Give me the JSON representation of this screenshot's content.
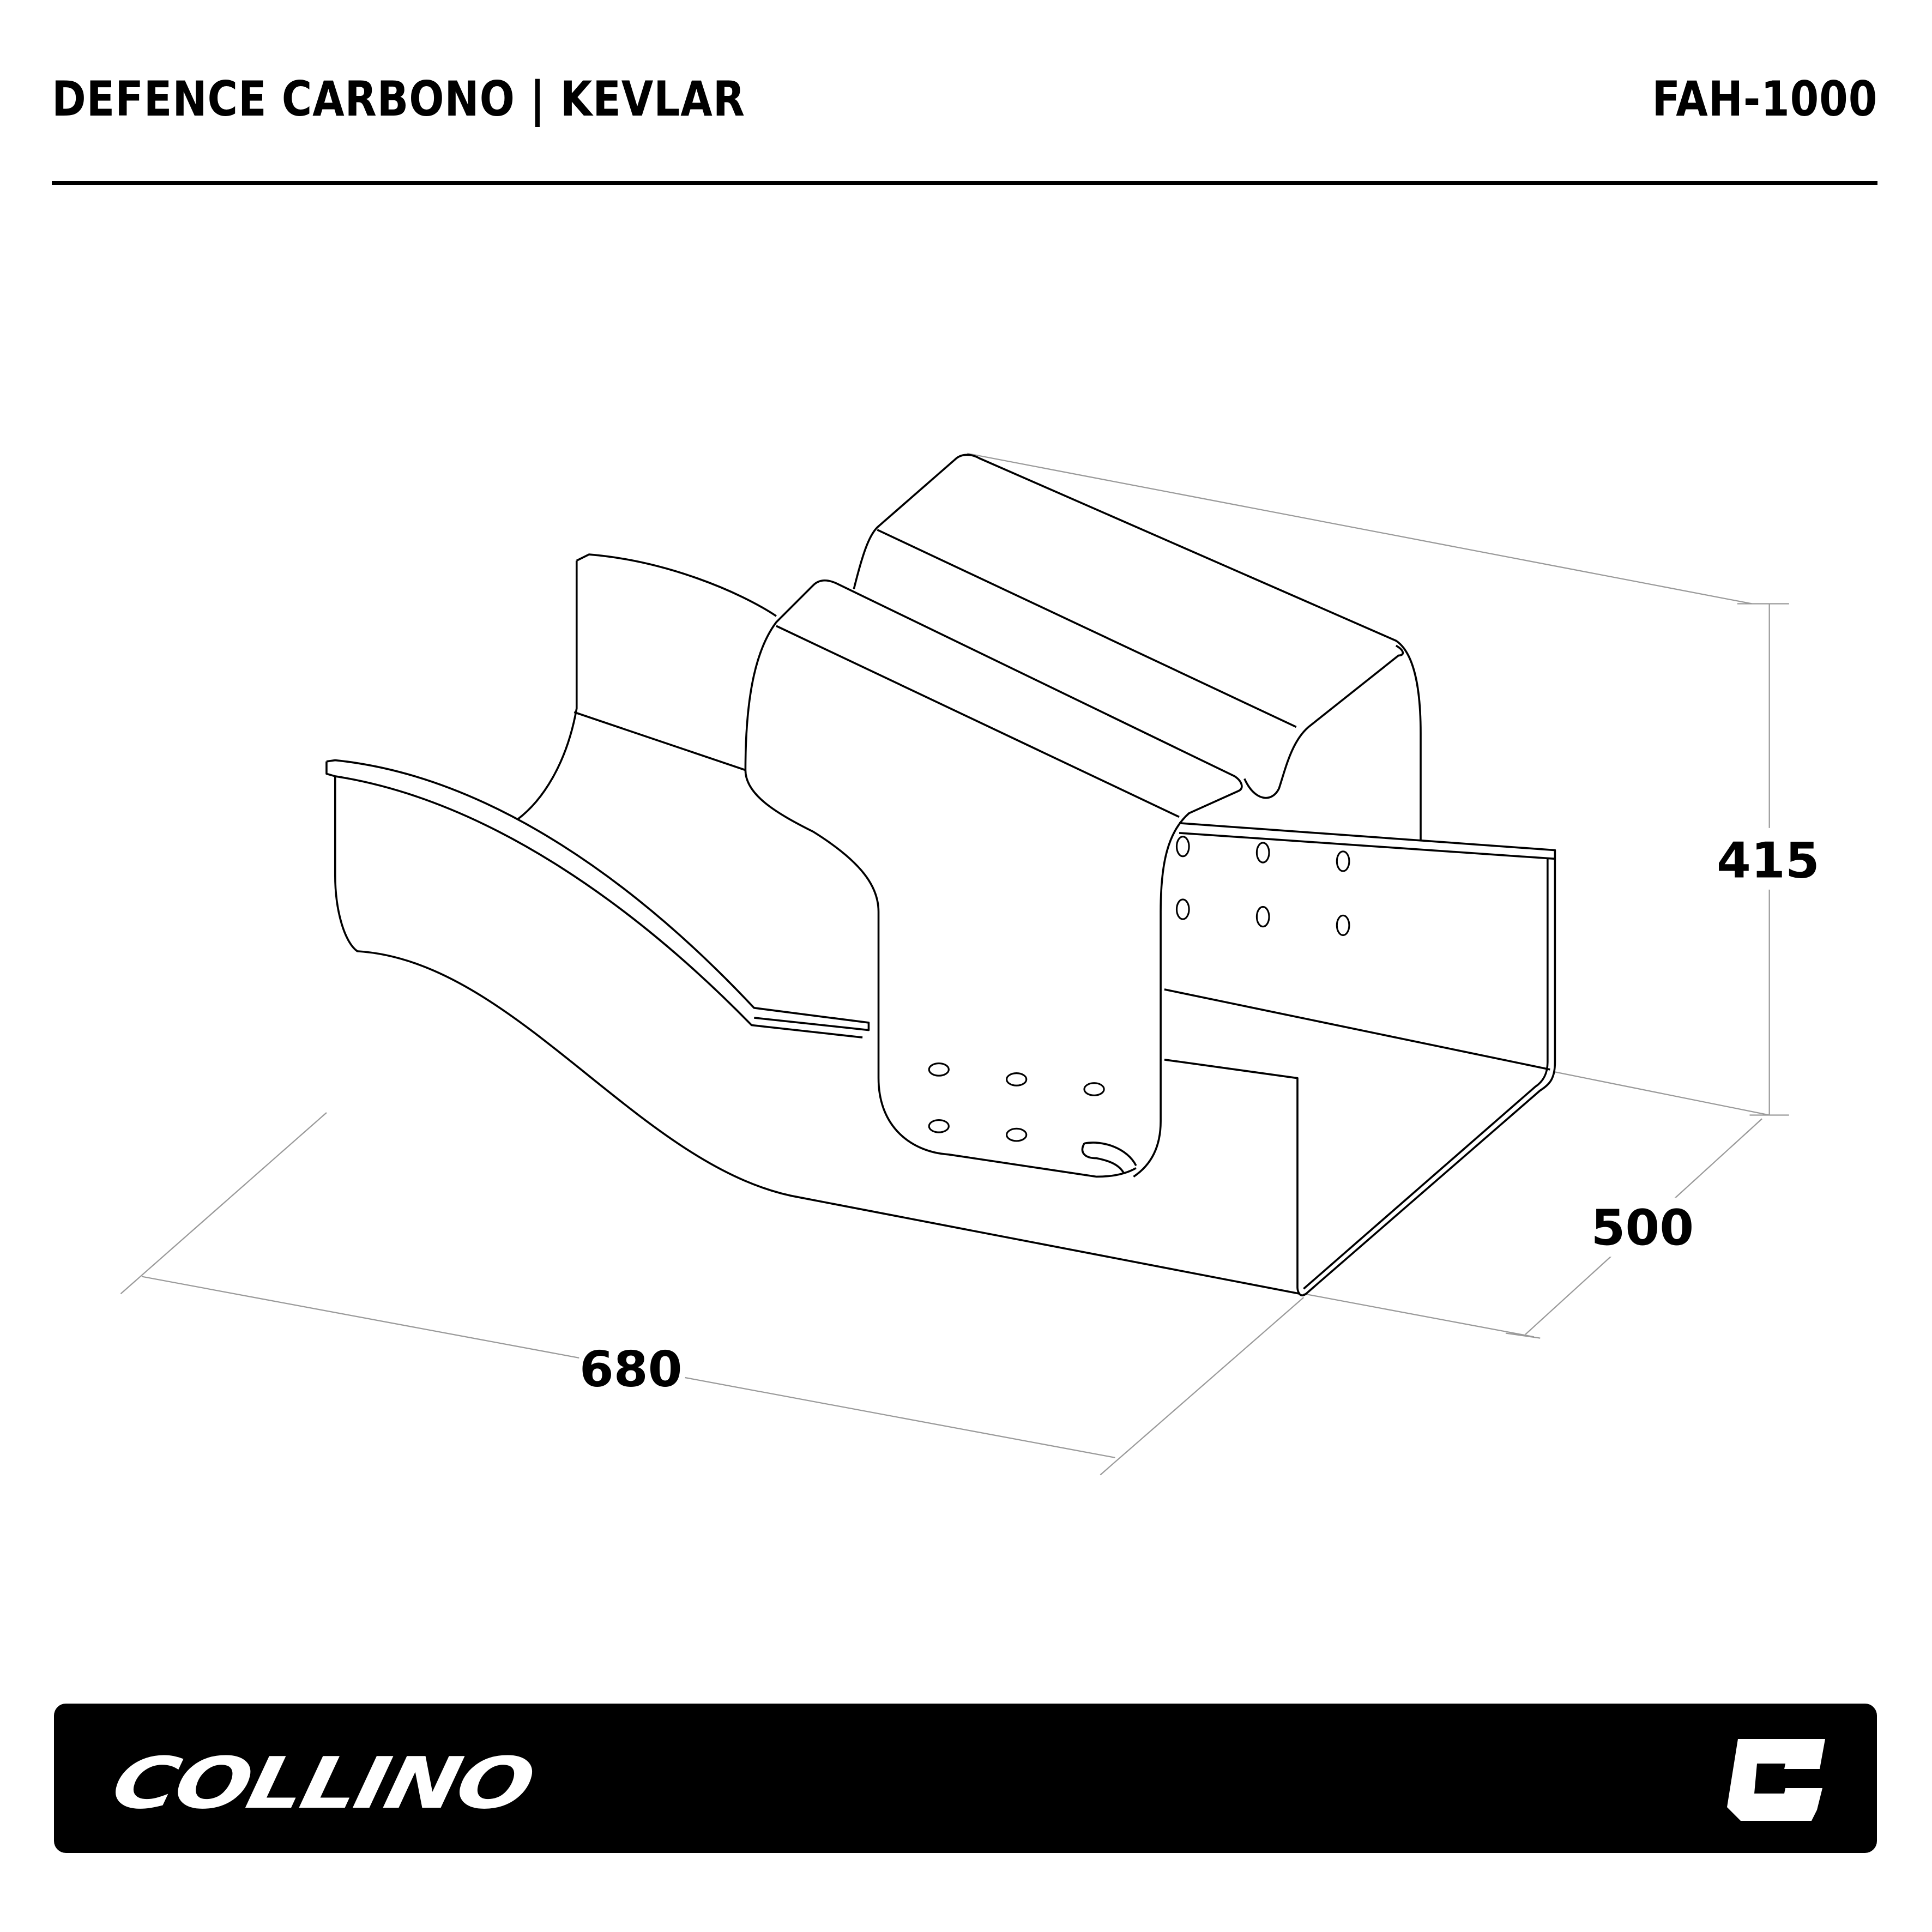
{
  "header": {
    "title": "DEFENCE CARBONO | KEVLAR",
    "part_number": "FAH-1000"
  },
  "dimensions": {
    "height": "415",
    "depth": "500",
    "width": "680"
  },
  "footer": {
    "brand": "COLLINO",
    "brand_mark": "C",
    "background": "#000000"
  },
  "colors": {
    "line": "#000000",
    "dimension_line": "#9a9a9a"
  }
}
